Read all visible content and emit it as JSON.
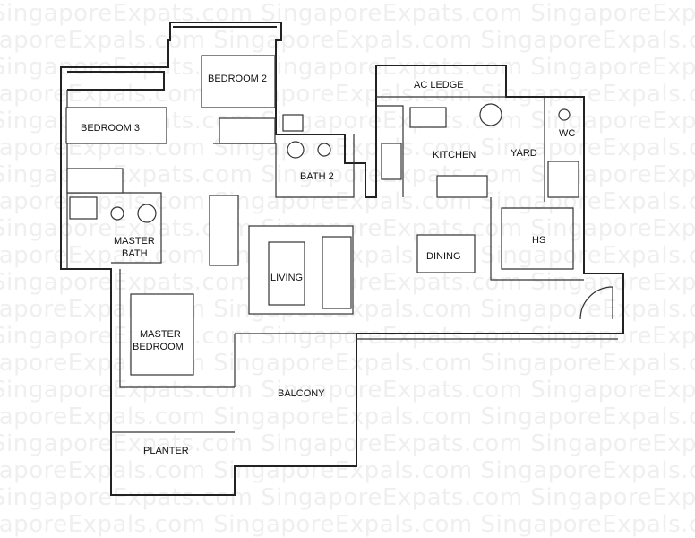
{
  "watermark": {
    "text_a": "SingaporeExpats.com",
    "text_b": "SingaporeExpals.com"
  },
  "rooms": {
    "bedroom2": "BEDROOM 2",
    "bedroom3": "BEDROOM 3",
    "bath2": "BATH 2",
    "ac_ledge": "AC LEDGE",
    "kitchen": "KITCHEN",
    "yard": "YARD",
    "wc": "WC",
    "master_bath_line1": "MASTER",
    "master_bath_line2": "BATH",
    "hs": "HS",
    "dining": "DINING",
    "living": "LIVING",
    "master_bedroom_line1": "MASTER",
    "master_bedroom_line2": "BEDROOM",
    "balcony": "BALCONY",
    "planter": "PLANTER"
  }
}
